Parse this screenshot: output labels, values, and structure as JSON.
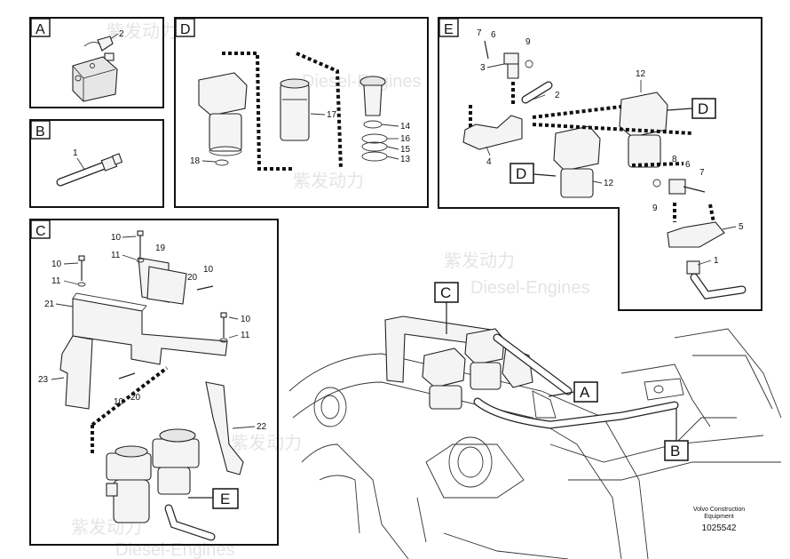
{
  "panels": {
    "A": {
      "label": "A",
      "parts": [
        "2"
      ]
    },
    "B": {
      "label": "B",
      "parts": [
        "1"
      ]
    },
    "C": {
      "label": "C",
      "parts": [
        "10",
        "11",
        "19",
        "20",
        "21",
        "23",
        "22",
        "E"
      ]
    },
    "D": {
      "label": "D",
      "parts": [
        "17",
        "18",
        "14",
        "16",
        "15",
        "13"
      ]
    },
    "E": {
      "label": "E",
      "parts": [
        "7",
        "6",
        "9",
        "3",
        "12",
        "2",
        "D",
        "4",
        "D",
        "12",
        "8",
        "6",
        "7",
        "9",
        "5",
        "1"
      ]
    }
  },
  "callouts": {
    "c": "C",
    "a": "A",
    "b": "B"
  },
  "footer": {
    "brand_line1": "Volvo Construction",
    "brand_line2": "Equipment",
    "doc_number": "1025542"
  },
  "watermark": {
    "text1": "紫发动力",
    "text2": "Diesel-Engines"
  }
}
